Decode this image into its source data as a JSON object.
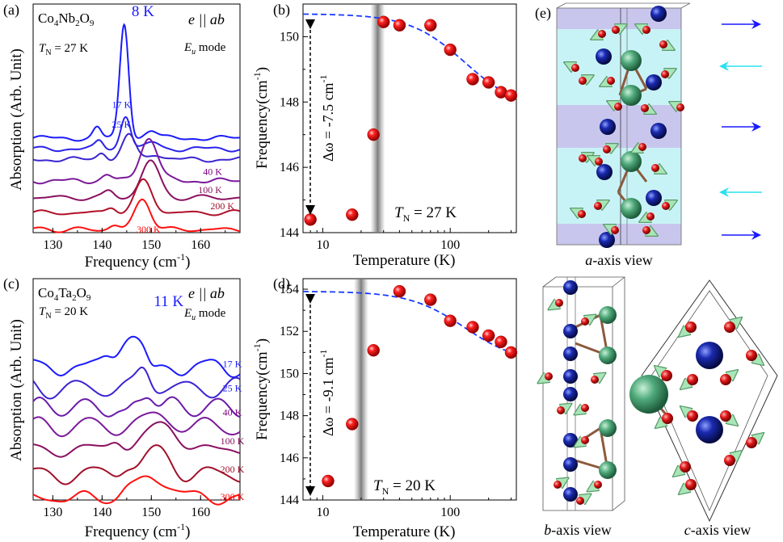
{
  "panels": {
    "a": {
      "letter": "(a)",
      "compound_base": "Co",
      "compound_sub1": "4",
      "compound_mid": "Nb",
      "compound_sub2": "2",
      "compound_end": "O",
      "compound_sub3": "9",
      "tn_label": "T",
      "tn_sub": "N",
      "tn_value": " = 27 K",
      "polarization": "e || ab",
      "mode_label": "E",
      "mode_sub": "u",
      "mode_word": " mode",
      "ylabel": "Absorption (Arb. Unit)",
      "xlabel": "Frequency (cm",
      "xlabel_sup": "-1",
      "xlabel_end": ")"
    },
    "b": {
      "letter": "(b)",
      "ylabel": "Frequency(cm",
      "ylabel_sup": "-1",
      "ylabel_end": ")",
      "xlabel": "Temperature (K)",
      "delta_label": "Δω = -7.5 cm",
      "delta_sup": "-1",
      "tn_label": "T",
      "tn_sub": "N",
      "tn_value": " = 27 K"
    },
    "c": {
      "letter": "(c)",
      "compound_base": "Co",
      "compound_sub1": "4",
      "compound_mid": "Ta",
      "compound_sub2": "2",
      "compound_end": "O",
      "compound_sub3": "9",
      "tn_label": "T",
      "tn_sub": "N",
      "tn_value": " = 20 K",
      "polarization": "e || ab",
      "mode_label": "E",
      "mode_sub": "u",
      "mode_word": " mode",
      "ylabel": "Absorption (Arb. Unit)",
      "xlabel": "Frequency (cm",
      "xlabel_sup": "-1",
      "xlabel_end": ")"
    },
    "d": {
      "letter": "(d)",
      "ylabel": "Frequency(cm",
      "ylabel_sup": "-1",
      "ylabel_end": ")",
      "xlabel": "Temperature (K)",
      "delta_label": "Δω = -9.1 cm",
      "delta_sup": "-1",
      "tn_label": "T",
      "tn_sub": "N",
      "tn_value": " = 20 K"
    },
    "e": {
      "letter": "(e)",
      "a_view": "a-axis view",
      "b_view": "b-axis view",
      "c_view": "c-axis view",
      "view_suffix": "-axis view",
      "a_axis": "a",
      "b_axis": "b",
      "c_axis": "c"
    }
  },
  "colors": {
    "red": "#ff0000",
    "blue": "#1a1aff",
    "purple": "#800080",
    "darkred": "#a0102a",
    "dash": "#1a3aff",
    "cobalt": "#0c1a8c",
    "metal": "#4fa97a",
    "oxygen": "#d01010",
    "arrow": "#a8e6b8",
    "stripe_blue": "#c9c6ee",
    "stripe_cyan": "#c8f3f6",
    "bond": "#8b5a3c"
  },
  "chart_data": [
    {
      "panel": "a",
      "type": "line",
      "xlabel": "Frequency (cm-1)",
      "ylabel": "Absorption (Arb. Unit)",
      "xlim": [
        126,
        168
      ],
      "xticks": [
        130,
        140,
        150,
        160
      ],
      "series": [
        {
          "name": "8 K",
          "color": "#1a1aff",
          "offset": 6.2,
          "peaks": [
            [
              144.5,
              7.5,
              0.9
            ],
            [
              139,
              0.7,
              0.8
            ],
            [
              150,
              0.5,
              1.2
            ]
          ]
        },
        {
          "name": "17 K",
          "color": "#2a22e8",
          "offset": 5.5,
          "peaks": [
            [
              144.8,
              2.2,
              1.0
            ],
            [
              139.5,
              0.5,
              0.8
            ],
            [
              150.5,
              0.4,
              1.3
            ]
          ]
        },
        {
          "name": "25 K",
          "color": "#3a24d0",
          "offset": 4.8,
          "peaks": [
            [
              145.5,
              1.6,
              1.3
            ],
            [
              140,
              0.5,
              0.9
            ],
            [
              151,
              0.4,
              1.3
            ]
          ]
        },
        {
          "name": "40 K",
          "color": "#7a1a9a",
          "offset": 3.4,
          "peaks": [
            [
              149.5,
              2.8,
              1.8
            ],
            [
              141,
              0.4,
              1.0
            ]
          ]
        },
        {
          "name": "100 K",
          "color": "#8a1060",
          "offset": 2.3,
          "peaks": [
            [
              149.8,
              2.4,
              1.8
            ],
            [
              141.5,
              0.4,
              1.0
            ]
          ]
        },
        {
          "name": "200 K",
          "color": "#b0102a",
          "offset": 1.3,
          "peaks": [
            [
              148.5,
              2.1,
              1.7
            ],
            [
              142,
              0.4,
              1.0
            ]
          ]
        },
        {
          "name": "300 K",
          "color": "#ff1010",
          "offset": 0.2,
          "peaks": [
            [
              148.3,
              2.0,
              1.6
            ],
            [
              142.5,
              0.3,
              1.0
            ]
          ]
        }
      ],
      "labels": [
        {
          "text": "8 K",
          "x": 146.0,
          "y": 14.2,
          "color": "#1a1aff"
        },
        {
          "text": "17 K",
          "x": 142.0,
          "y": 8.2,
          "color": "#1a1aff"
        },
        {
          "text": "25 K",
          "x": 142.0,
          "y": 6.9,
          "color": "#1a1aff"
        },
        {
          "text": "40 K",
          "x": 160.5,
          "y": 3.8,
          "color": "#800080"
        },
        {
          "text": "100 K",
          "x": 159.5,
          "y": 2.6,
          "color": "#8a1060"
        },
        {
          "text": "200 K",
          "x": 162.0,
          "y": 1.55,
          "color": "#a0102a"
        },
        {
          "text": "300 K",
          "x": 147.0,
          "y": 0.0,
          "color": "#ff0000"
        }
      ]
    },
    {
      "panel": "b",
      "type": "scatter",
      "xlabel": "Temperature (K)",
      "ylabel": "Frequency(cm-1)",
      "xscale": "log",
      "xlim": [
        7,
        330
      ],
      "ylim": [
        144,
        151
      ],
      "yticks": [
        144,
        146,
        148,
        150
      ],
      "xticks": [
        10,
        100
      ],
      "points": [
        [
          8,
          144.4
        ],
        [
          17,
          144.55
        ],
        [
          25,
          147.0
        ],
        [
          30,
          150.45
        ],
        [
          40,
          150.35
        ],
        [
          70,
          150.35
        ],
        [
          100,
          149.6
        ],
        [
          150,
          148.7
        ],
        [
          200,
          148.6
        ],
        [
          250,
          148.3
        ],
        [
          300,
          148.2
        ]
      ],
      "fit_curve": {
        "low_T_value": 150.7
      },
      "tn_band": 27
    },
    {
      "panel": "c",
      "type": "line",
      "xlabel": "Frequency (cm-1)",
      "ylabel": "Absorption (Arb. Unit)",
      "xlim": [
        126,
        168
      ],
      "xticks": [
        130,
        140,
        150,
        160
      ],
      "series": [
        {
          "name": "11 K",
          "color": "#1a1aff",
          "offset": 6.3
        },
        {
          "name": "17 K",
          "color": "#3a24d0",
          "offset": 5.3
        },
        {
          "name": "25 K",
          "color": "#6a1aa8",
          "offset": 4.4
        },
        {
          "name": "40 K",
          "color": "#7a1a9a",
          "offset": 3.5
        },
        {
          "name": "100 K",
          "color": "#8a1060",
          "offset": 2.4
        },
        {
          "name": "200 K",
          "color": "#a0102a",
          "offset": 1.2
        },
        {
          "name": "300 K",
          "color": "#ff1010",
          "offset": 0.1
        }
      ],
      "labels": [
        {
          "text": "11 K",
          "x": 150.5,
          "y": 9.2,
          "color": "#1a1aff"
        },
        {
          "text": "17 K",
          "x": 164.5,
          "y": 6.3,
          "color": "#1a1aff"
        },
        {
          "text": "25 K",
          "x": 164.5,
          "y": 5.15,
          "color": "#1a1aff"
        },
        {
          "text": "40 K",
          "x": 164.5,
          "y": 4.0,
          "color": "#800080"
        },
        {
          "text": "100 K",
          "x": 164.0,
          "y": 2.65,
          "color": "#8a1060"
        },
        {
          "text": "200 K",
          "x": 164.0,
          "y": 1.3,
          "color": "#a0102a"
        },
        {
          "text": "300 K",
          "x": 164.0,
          "y": 0.0,
          "color": "#ff0000"
        }
      ]
    },
    {
      "panel": "d",
      "type": "scatter",
      "xlabel": "Temperature (K)",
      "ylabel": "Frequency(cm-1)",
      "xscale": "log",
      "xlim": [
        7,
        330
      ],
      "ylim": [
        144,
        154.5
      ],
      "yticks": [
        144,
        146,
        148,
        150,
        152,
        154
      ],
      "xticks": [
        10,
        100
      ],
      "points": [
        [
          11,
          144.9
        ],
        [
          17,
          147.6
        ],
        [
          25,
          151.1
        ],
        [
          40,
          153.9
        ],
        [
          70,
          153.5
        ],
        [
          100,
          152.5
        ],
        [
          150,
          152.2
        ],
        [
          200,
          151.8
        ],
        [
          250,
          151.5
        ],
        [
          300,
          151.0
        ]
      ],
      "fit_curve": {
        "low_T_value": 153.9
      },
      "tn_band": 20
    }
  ]
}
